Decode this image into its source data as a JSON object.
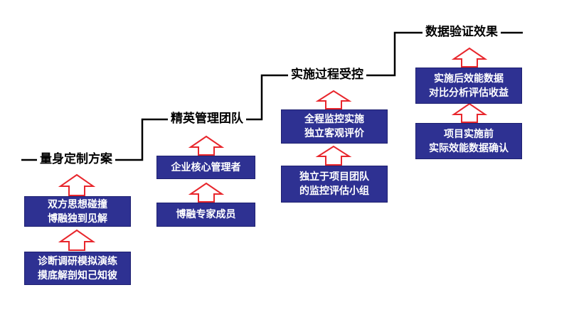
{
  "steps": [
    {
      "title": "量身定制方案",
      "boxes": [
        {
          "line1": "双方思想碰撞",
          "line2": "博融独到见解"
        },
        {
          "line1": "诊断调研模拟演练",
          "line2": "摸底解剖知己知彼"
        }
      ]
    },
    {
      "title": "精英管理团队",
      "boxes": [
        {
          "line1": "企业核心管理者"
        },
        {
          "line1": "博融专家成员"
        }
      ]
    },
    {
      "title": "实施过程受控",
      "boxes": [
        {
          "line1": "全程监控实施",
          "line2": "独立客观评价"
        },
        {
          "line1": "独立于项目团队",
          "line2": "的监控评估小组"
        }
      ]
    },
    {
      "title": "数据验证效果",
      "boxes": [
        {
          "line1": "实施后效能数据",
          "line2": "对比分析评估收益"
        },
        {
          "line1": "项目实施前",
          "line2": "实际效能数据确认"
        }
      ]
    }
  ],
  "colors": {
    "box_fill": "#2e3192",
    "arrow_stroke": "#e8262c",
    "staircase_line": "#000000"
  }
}
